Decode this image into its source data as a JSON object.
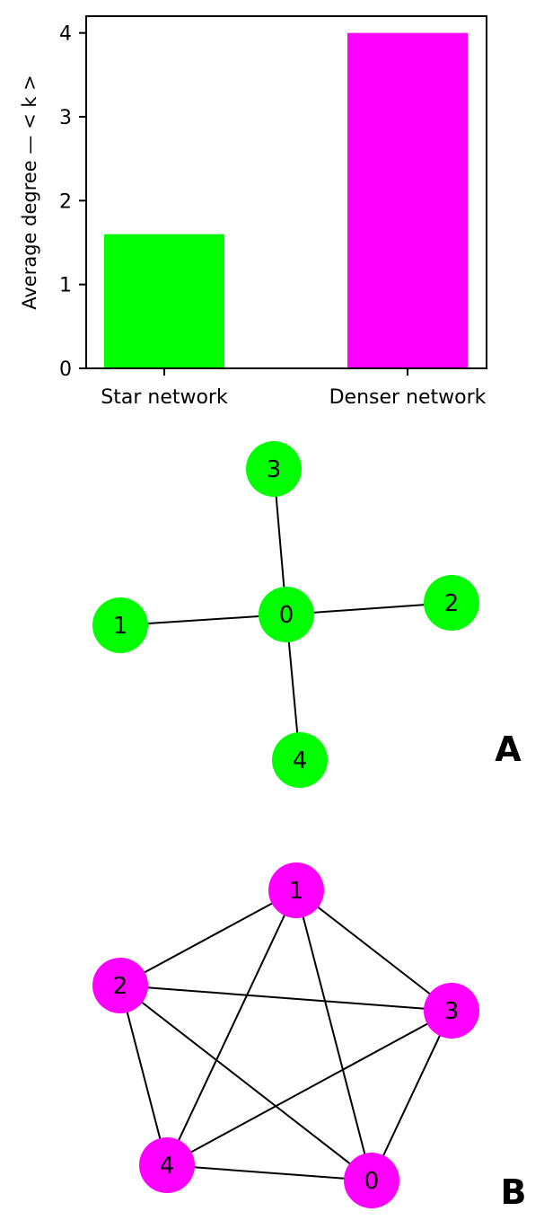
{
  "colors": {
    "star": "#00ff00",
    "denser": "#ff00ff",
    "edge": "#000000",
    "axis": "#000000"
  },
  "chart_data": [
    {
      "type": "bar",
      "categories": [
        "Star network",
        "Denser network"
      ],
      "values": [
        1.6,
        4.0
      ],
      "ylabel": "Average degree — < k >",
      "ylim": [
        0,
        4.2
      ],
      "yticks": [
        0,
        1,
        2,
        3,
        4
      ],
      "grid": false,
      "bar_colors": [
        "#00ff00",
        "#ff00ff"
      ]
    },
    {
      "type": "network",
      "panel_label": "A",
      "node_color": "#00ff00",
      "nodes": [
        "0",
        "1",
        "2",
        "3",
        "4"
      ],
      "edges": [
        [
          "0",
          "1"
        ],
        [
          "0",
          "2"
        ],
        [
          "0",
          "3"
        ],
        [
          "0",
          "4"
        ]
      ]
    },
    {
      "type": "network",
      "panel_label": "B",
      "node_color": "#ff00ff",
      "nodes": [
        "0",
        "1",
        "2",
        "3",
        "4"
      ],
      "edges": [
        [
          "0",
          "1"
        ],
        [
          "0",
          "2"
        ],
        [
          "0",
          "3"
        ],
        [
          "0",
          "4"
        ],
        [
          "1",
          "2"
        ],
        [
          "1",
          "3"
        ],
        [
          "1",
          "4"
        ],
        [
          "2",
          "3"
        ],
        [
          "2",
          "4"
        ],
        [
          "3",
          "4"
        ]
      ]
    }
  ]
}
